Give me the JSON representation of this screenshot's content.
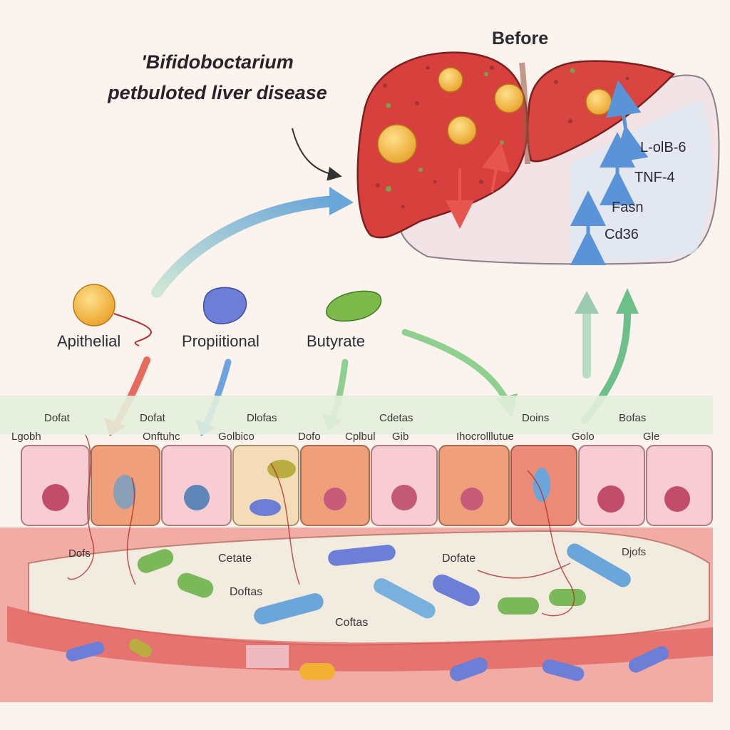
{
  "title": {
    "line1": "'Bifidoboctarium",
    "line2": "petbuloted liver disease"
  },
  "liver": {
    "header": "Before",
    "markers": [
      "L-olB-6",
      "TNF-4",
      "Fasn",
      "Cd36"
    ]
  },
  "metabolites": [
    "Apithelial",
    "Propiitional",
    "Butyrate"
  ],
  "epithelium_labels": {
    "top_row": [
      "Dofat",
      "Dofat",
      "Dlofas",
      "Cdetas",
      "Doins",
      "Bofas"
    ],
    "second_row": [
      "Lgobh",
      "Onftuhc",
      "Golbico",
      "Dofo",
      "Cplbul",
      "Gib",
      "Ihocrolllutue",
      "Golo",
      "Gle"
    ]
  },
  "lumen_labels": [
    "Cetate",
    "Dofate",
    "Doftas",
    "Coftas",
    "Dofs",
    "Djofs"
  ],
  "colors": {
    "liver": "#d8403e",
    "fat_droplet": "#f2b134",
    "arrow_green": "#7cc489",
    "arrow_blue": "#5a93d8",
    "arrow_red": "#e6554e"
  }
}
